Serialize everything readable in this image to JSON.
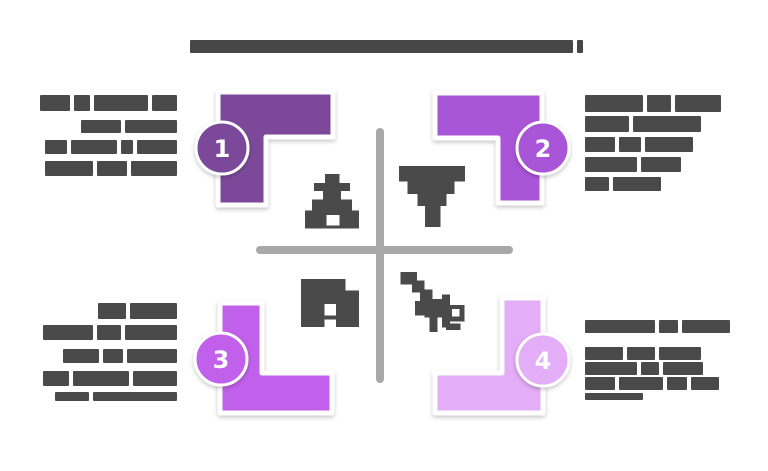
{
  "colors": {
    "quadrant1": "#7c4a9a",
    "quadrant2": "#a955d7",
    "quadrant3": "#c161ea",
    "quadrant4": "#e3adf7",
    "divider": "#a8a8a8",
    "ink": "#4a4a4a",
    "title_ink": "#474747",
    "badge_ring": "#ffffff",
    "badge_number": "#ffffff"
  },
  "quadrants": [
    {
      "number": "1",
      "color": "#7c4a9a",
      "icon": "person-presenter-icon"
    },
    {
      "number": "2",
      "color": "#a955d7",
      "icon": "funnel-icon"
    },
    {
      "number": "3",
      "color": "#c161ea",
      "icon": "cash-box-icon"
    },
    {
      "number": "4",
      "color": "#e3adf7",
      "icon": "cart-icon"
    }
  ],
  "title": {
    "redacted": true,
    "lines": [
      {
        "h": 13,
        "words": [
          383,
          6
        ]
      }
    ]
  },
  "text_blocks": {
    "left_top": {
      "redacted": true,
      "align": "right",
      "lines": [
        {
          "h": 16,
          "words": [
            30,
            16,
            54,
            25
          ]
        },
        {
          "h": 13,
          "mt": 9,
          "words": [
            40,
            52
          ]
        },
        {
          "h": 14,
          "mt": 7,
          "words": [
            22,
            46,
            12,
            40
          ]
        },
        {
          "h": 15,
          "mt": 7,
          "words": [
            48,
            30,
            46
          ]
        }
      ]
    },
    "left_bottom": {
      "redacted": true,
      "align": "right",
      "lines": [
        {
          "h": 16,
          "words": [
            28,
            47
          ]
        },
        {
          "h": 15,
          "mt": 6,
          "words": [
            50,
            24,
            52
          ]
        },
        {
          "h": 14,
          "mt": 9,
          "words": [
            36,
            20,
            50
          ]
        },
        {
          "h": 15,
          "mt": 8,
          "words": [
            26,
            56,
            44
          ]
        },
        {
          "h": 9,
          "mt": 6,
          "words": [
            34,
            84
          ]
        }
      ]
    },
    "right_top": {
      "redacted": true,
      "align": "left",
      "lines": [
        {
          "h": 17,
          "words": [
            58,
            24,
            46
          ]
        },
        {
          "h": 16,
          "mt": 4,
          "words": [
            44,
            68
          ]
        },
        {
          "h": 15,
          "mt": 5,
          "words": [
            30,
            22,
            48
          ]
        },
        {
          "h": 15,
          "mt": 5,
          "words": [
            52,
            40
          ]
        },
        {
          "h": 14,
          "mt": 5,
          "words": [
            24,
            48
          ]
        }
      ]
    },
    "right_bottom": {
      "redacted": true,
      "align": "left",
      "lines": [
        {
          "h": 13,
          "words": [
            70,
            20,
            48
          ]
        },
        {
          "h": 13,
          "mt": 14,
          "words": [
            38,
            28,
            42
          ]
        },
        {
          "h": 13,
          "mt": 2,
          "words": [
            52,
            18,
            40
          ]
        },
        {
          "h": 13,
          "mt": 2,
          "words": [
            30,
            44,
            20,
            28
          ]
        },
        {
          "h": 7,
          "mt": 3,
          "words": [
            58
          ]
        }
      ]
    }
  }
}
